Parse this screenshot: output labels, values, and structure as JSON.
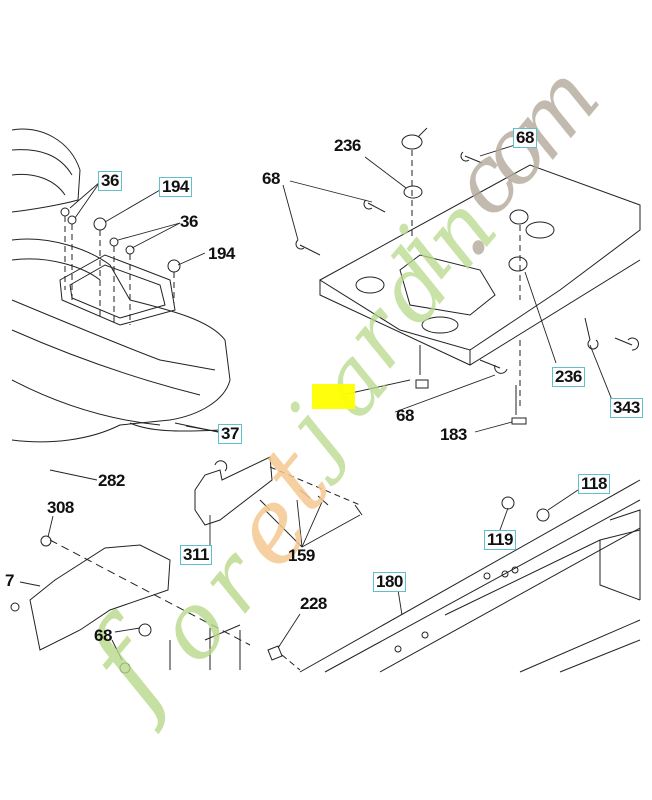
{
  "diagram": {
    "title": "Exploded parts diagram - seat pan, fender and frame",
    "callouts": [
      {
        "id": "c-36a",
        "text": "36",
        "boxed": true
      },
      {
        "id": "c-194a",
        "text": "194",
        "boxed": true
      },
      {
        "id": "c-36b",
        "text": "36",
        "boxed": false
      },
      {
        "id": "c-194b",
        "text": "194",
        "boxed": false
      },
      {
        "id": "c-68a",
        "text": "68",
        "boxed": false
      },
      {
        "id": "c-236a",
        "text": "236",
        "boxed": false
      },
      {
        "id": "c-68b",
        "text": "68",
        "boxed": true
      },
      {
        "id": "c-236b",
        "text": "236",
        "boxed": true
      },
      {
        "id": "c-343",
        "text": "343",
        "boxed": true
      },
      {
        "id": "c-68c",
        "text": "68",
        "boxed": false
      },
      {
        "id": "c-183",
        "text": "183",
        "boxed": false
      },
      {
        "id": "c-37",
        "text": "37",
        "boxed": true
      },
      {
        "id": "c-282",
        "text": "282",
        "boxed": false
      },
      {
        "id": "c-308",
        "text": "308",
        "boxed": false
      },
      {
        "id": "c-311",
        "text": "311",
        "boxed": true
      },
      {
        "id": "c-159",
        "text": "159",
        "boxed": false
      },
      {
        "id": "c-118",
        "text": "118",
        "boxed": true
      },
      {
        "id": "c-119",
        "text": "119",
        "boxed": true
      },
      {
        "id": "c-180",
        "text": "180",
        "boxed": true
      },
      {
        "id": "c-228",
        "text": "228",
        "boxed": false
      },
      {
        "id": "c-68d",
        "text": "68",
        "boxed": false
      },
      {
        "id": "c-7",
        "text": "7",
        "boxed": false
      }
    ],
    "highlight_color": "#ffff00",
    "box_color": "#5fc0cc"
  },
  "watermark": {
    "text_green": "f",
    "parts": [
      {
        "text": "f",
        "color": "#b8d98a"
      },
      {
        "text": "o",
        "color": "#b8d98a"
      },
      {
        "text": "r",
        "color": "#b8d98a"
      },
      {
        "text": "e",
        "color": "#f5c890"
      },
      {
        "text": "t",
        "color": "#f5c890"
      },
      {
        "text": "j",
        "color": "#b8d98a"
      },
      {
        "text": "a",
        "color": "#b8d98a"
      },
      {
        "text": "r",
        "color": "#b8d98a"
      },
      {
        "text": "d",
        "color": "#b8d98a"
      },
      {
        "text": "i",
        "color": "#b8d98a"
      },
      {
        "text": "n",
        "color": "#b8d98a"
      },
      {
        "text": ".",
        "color": "#b5aa9c"
      },
      {
        "text": "c",
        "color": "#b5aa9c"
      },
      {
        "text": "o",
        "color": "#b5aa9c"
      },
      {
        "text": "m",
        "color": "#b5aa9c"
      }
    ]
  }
}
